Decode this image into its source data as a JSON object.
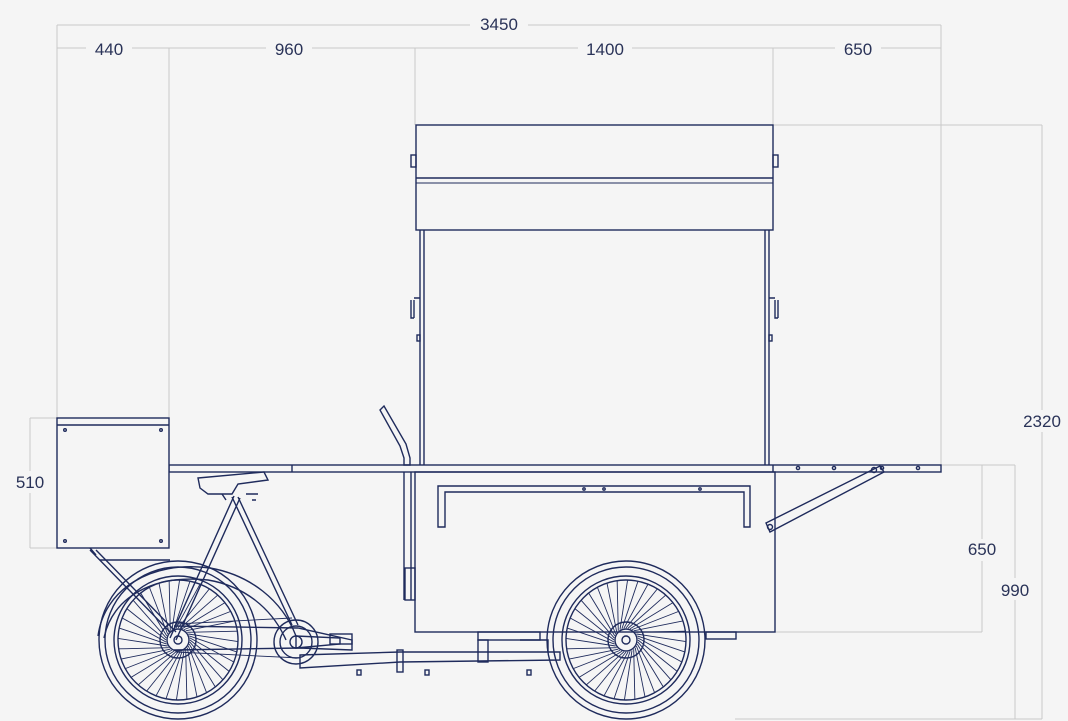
{
  "dimensions": {
    "overall_length": "3450",
    "rear_box_length": "440",
    "rider_section_length": "960",
    "cabinet_length": "1400",
    "front_overhang_length": "650",
    "overall_height": "2320",
    "rear_box_height": "510",
    "counter_height": "990",
    "cabinet_height": "650"
  },
  "colors": {
    "line": "#1f2b5c",
    "dimension_line": "#c9c9c9",
    "background": "#f5f5f5"
  }
}
